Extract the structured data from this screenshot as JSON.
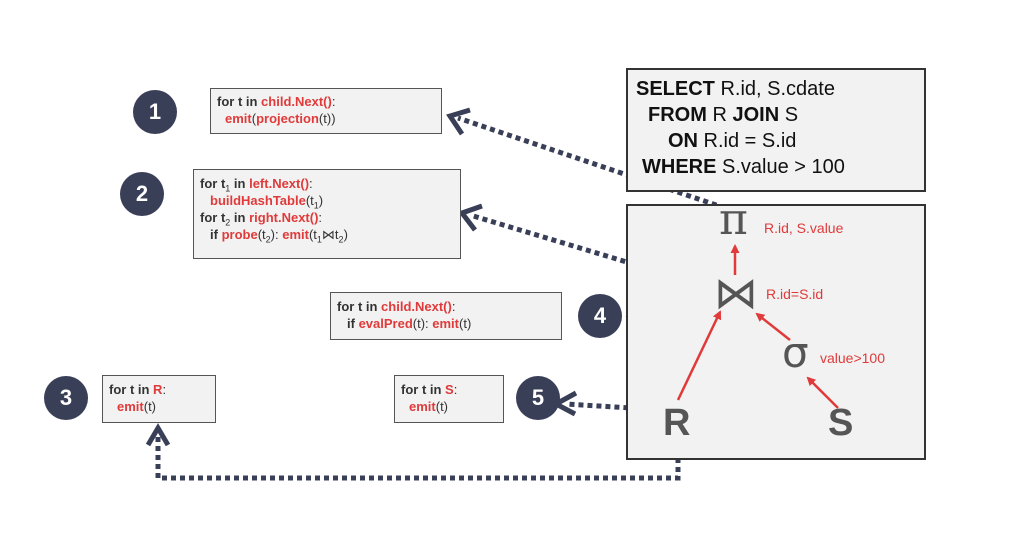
{
  "sql": {
    "line1_kw": "SELECT",
    "line1_rest": " R.id, S.cdate",
    "line2_kw": "FROM",
    "line2_rest": " R ",
    "line2_kw2": "JOIN",
    "line2_rest2": " S",
    "line3_kw": "ON",
    "line3_rest": " R.id = S.id",
    "line4_kw": "WHERE",
    "line4_rest": " S.value > 100"
  },
  "plan": {
    "projection_symbol": "π",
    "projection_label": "R.id, S.value",
    "join_symbol": "⋈",
    "join_label": "R.id=S.id",
    "selection_symbol": "σ",
    "selection_label": "value>100",
    "scan_r": "R",
    "scan_s": "S"
  },
  "steps": [
    {
      "number": "1"
    },
    {
      "number": "2"
    },
    {
      "number": "3"
    },
    {
      "number": "4"
    },
    {
      "number": "5"
    }
  ],
  "code": {
    "b1": {
      "l1_a": "for t in ",
      "l1_b": "child.Next()",
      "l1_c": ":",
      "l2_a": "emit",
      "l2_b": "(",
      "l2_c": "projection",
      "l2_d": "(t))"
    },
    "b2": {
      "l1_a": "for t",
      "l1_sub": "1",
      "l1_b": " in ",
      "l1_c": "left.Next()",
      "l1_d": ":",
      "l2_a": "buildHashTable",
      "l2_b": "(t",
      "l2_sub": "1",
      "l2_c": ")",
      "l3_a": "for t",
      "l3_sub": "2",
      "l3_b": " in ",
      "l3_c": "right.Next()",
      "l3_d": ":",
      "l4_a": "if ",
      "l4_b": "probe",
      "l4_c": "(t",
      "l4_sub": "2",
      "l4_d": "): ",
      "l4_e": "emit",
      "l4_f": "(t",
      "l4_sub2": "1",
      "l4_g": "⋈t",
      "l4_sub3": "2",
      "l4_h": ")"
    },
    "b3": {
      "l1_a": "for t in ",
      "l1_b": "R",
      "l1_c": ":",
      "l2_a": "emit",
      "l2_b": "(t)"
    },
    "b4": {
      "l1_a": "for t in ",
      "l1_b": "child.Next()",
      "l1_c": ":",
      "l2_a": "if ",
      "l2_b": "evalPred",
      "l2_c": "(t): ",
      "l2_d": "emit",
      "l2_e": "(t)"
    },
    "b5": {
      "l1_a": "for t in ",
      "l1_b": "S",
      "l1_c": ":",
      "l2_a": "emit",
      "l2_b": "(t)"
    }
  },
  "colors": {
    "accent": "#e03a3a",
    "dark": "#3a3f58",
    "edge": "#e03a3a",
    "dotted": "#3a3f58"
  }
}
